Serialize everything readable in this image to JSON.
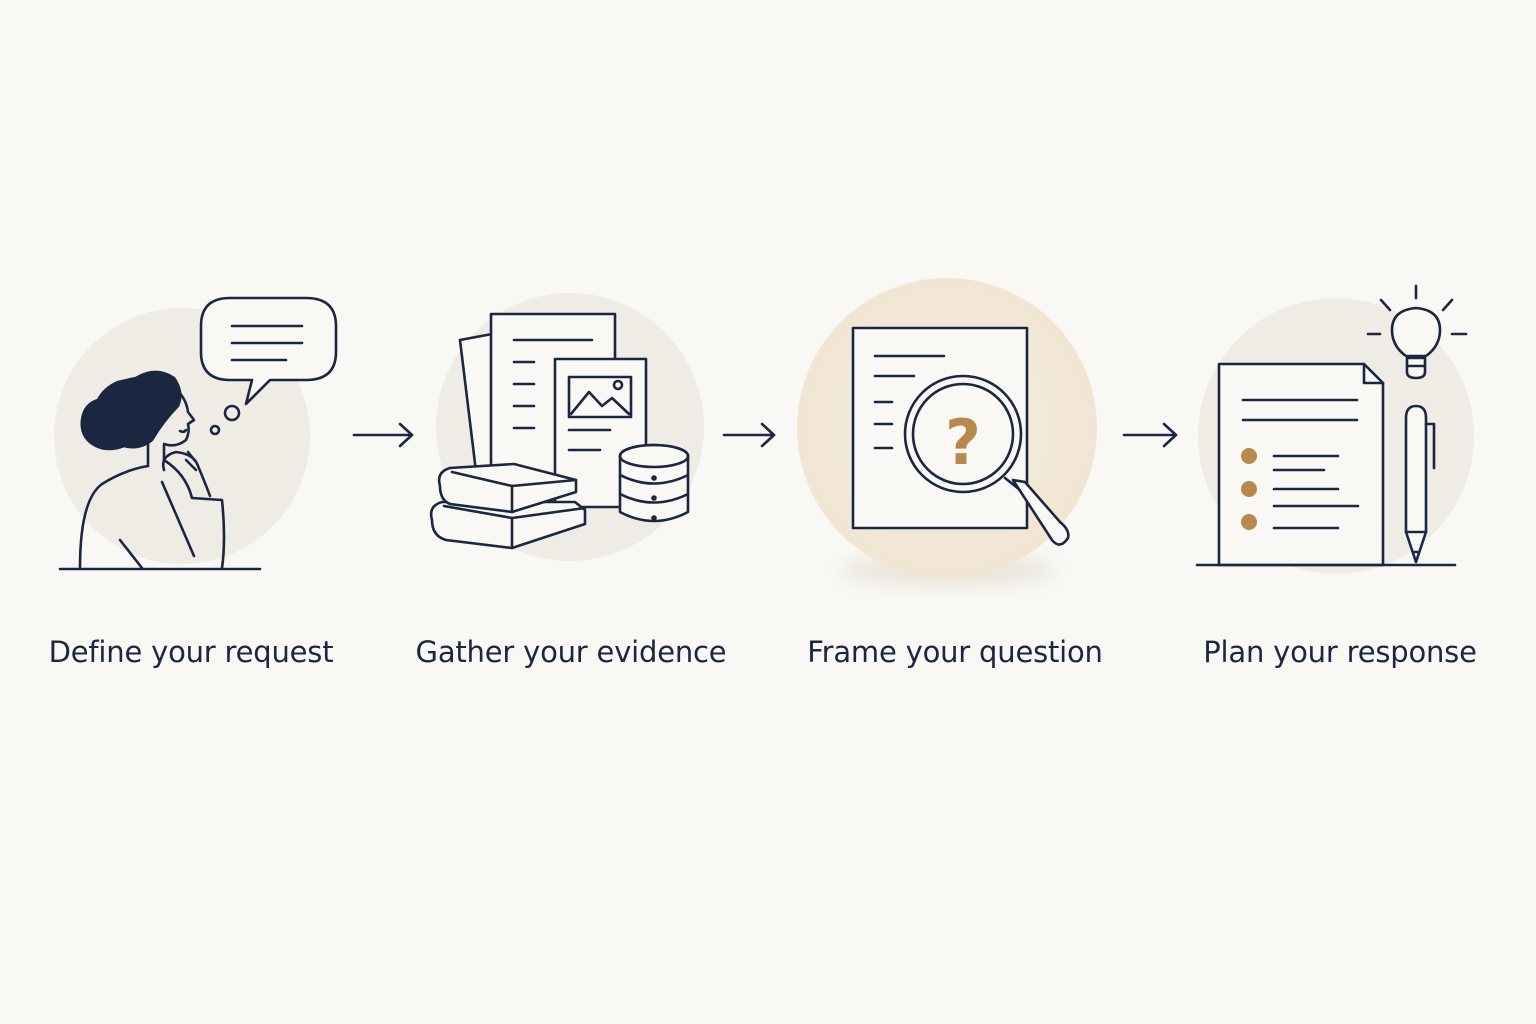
{
  "steps": [
    {
      "label": "Define your request",
      "icon": "person-thinking-icon"
    },
    {
      "label": "Gather your evidence",
      "icon": "documents-books-database-icon"
    },
    {
      "label": "Frame your question",
      "icon": "document-magnifier-question-icon"
    },
    {
      "label": "Plan your response",
      "icon": "checklist-lightbulb-pencil-icon"
    }
  ],
  "arrows": [
    "arrow-right-icon",
    "arrow-right-icon",
    "arrow-right-icon"
  ],
  "colors": {
    "background": "#f9f8f5",
    "ink": "#1b2640",
    "accent": "#b8894a",
    "circle": "#efece5",
    "circle_highlight": "#f3eadb"
  }
}
